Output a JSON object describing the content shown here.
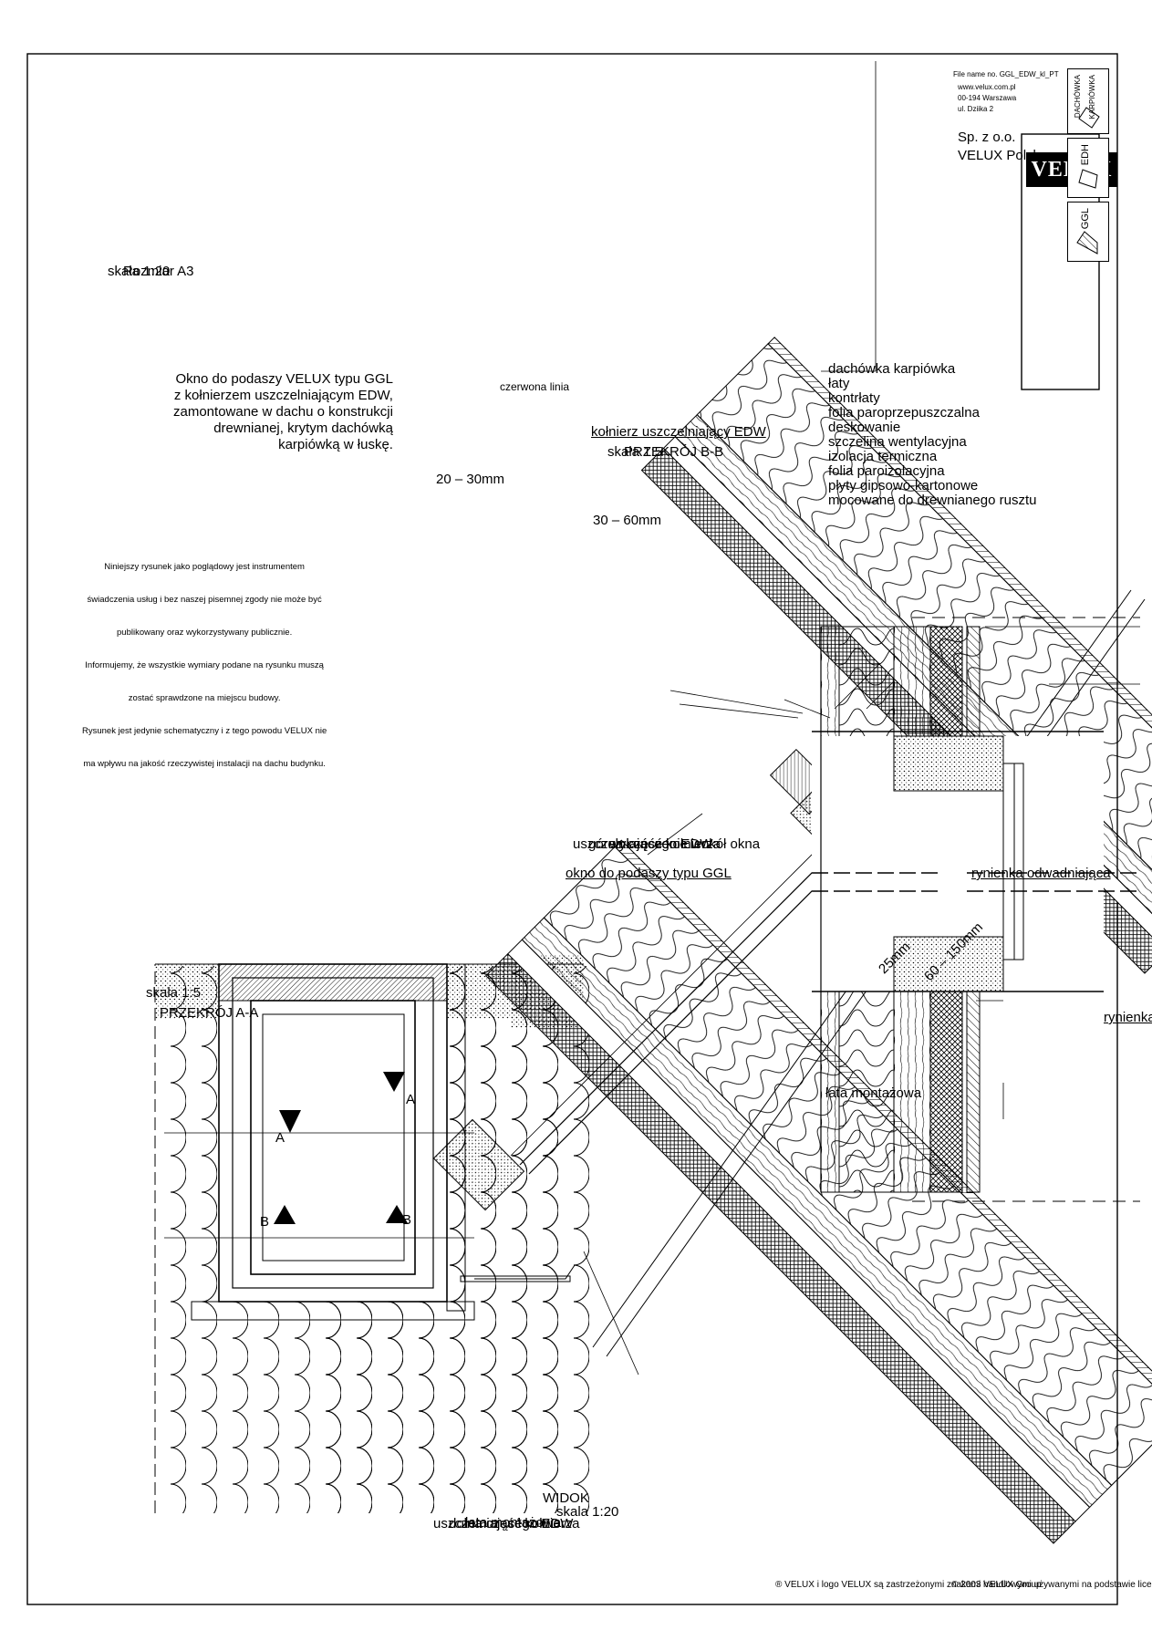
{
  "header": {
    "copyright": "© 2003 VELUX Group",
    "trademark": "® VELUX i logo VELUX są zastrzeżonymi znakami handlowymi używanymi na podstawie licencji Grupy VELUX."
  },
  "view": {
    "title": "WIDOK",
    "scale": "skala 1:20",
    "marker_a": "A",
    "marker_b": "B"
  },
  "labels": {
    "rynienka_1": "rynienka odwadniająca",
    "rynienka_2": "rynienka odwadniająca",
    "lata_1": "łata montażowa",
    "lata_2": "łata montażowa",
    "dolna_1": "dolna część kołnierza",
    "dolna_2": "uszczelniającego EDW",
    "gorna_1": "górna część kołnierza",
    "gorna_2": "uszczelniającego EDW",
    "wykonczenie": "wykończenie wokół okna",
    "okno": "okno do podaszy typu GGL",
    "dim_60_150": "60 – 150mm",
    "dim_25": "25mm",
    "dim_30_60": "30 – 60mm",
    "dim_20_30": "20 – 30mm",
    "czerwona": "czerwona linia",
    "kolnierz": "kołnierz uszczelniający EDW"
  },
  "section_aa": {
    "title": "PRZEKRÓJ A-A",
    "scale": "skala 1:5"
  },
  "section_bb": {
    "title": "PRZEKRÓJ B-B",
    "scale": "skala 1:5"
  },
  "layers": [
    "dachówka karpiówka",
    "łaty",
    "kontrłaty",
    "folia paroprzepuszczalna",
    "deskowanie",
    "szczelina wentylacyjna",
    "izolacja termiczna",
    "folia paroizolacyjna",
    "płyty gipsowo-kartonowe",
    "mocowane do drewnianego rusztu"
  ],
  "disclaimer": [
    "Niniejszy rysunek jako poglądowy jest instrumentem",
    "świadczenia usług i bez naszej pisemnej zgody nie może być",
    "publikowany oraz wykorzystywany publicznie.",
    "Informujemy, że wszystkie wymiary podane na rysunku muszą",
    "zostać sprawdzone na miejscu budowy.",
    "Rysunek jest jedynie schematyczny i z tego powodu VELUX nie",
    "ma wpływu na jakość rzeczywistej instalacji na dachu budynku."
  ],
  "titlebox": {
    "lines": [
      "Okno do podaszy VELUX typu GGL",
      "z kołnierzem uszczelniającym EDW,",
      "zamontowane w dachu o konstrukcji",
      "drewnianej, krytym dachówką",
      "karpiówką w łuskę."
    ],
    "size": "Rozmiar A3",
    "scale": "skala 1:20"
  },
  "company": {
    "logo": "VELUX",
    "name1": "VELUX Polska",
    "name2": "Sp. z o.o.",
    "addr1": "ul. Dziika 2",
    "addr2": "00-194 Warszawa",
    "addr3": "www.velux.com.pl",
    "filename": "File name no. GGL_EDW_kl_PT"
  },
  "icons": {
    "ggl": "GGL",
    "edh": "EDH",
    "karp1": "DACHÓWKA",
    "karp2": "KARPIÓWKA"
  }
}
